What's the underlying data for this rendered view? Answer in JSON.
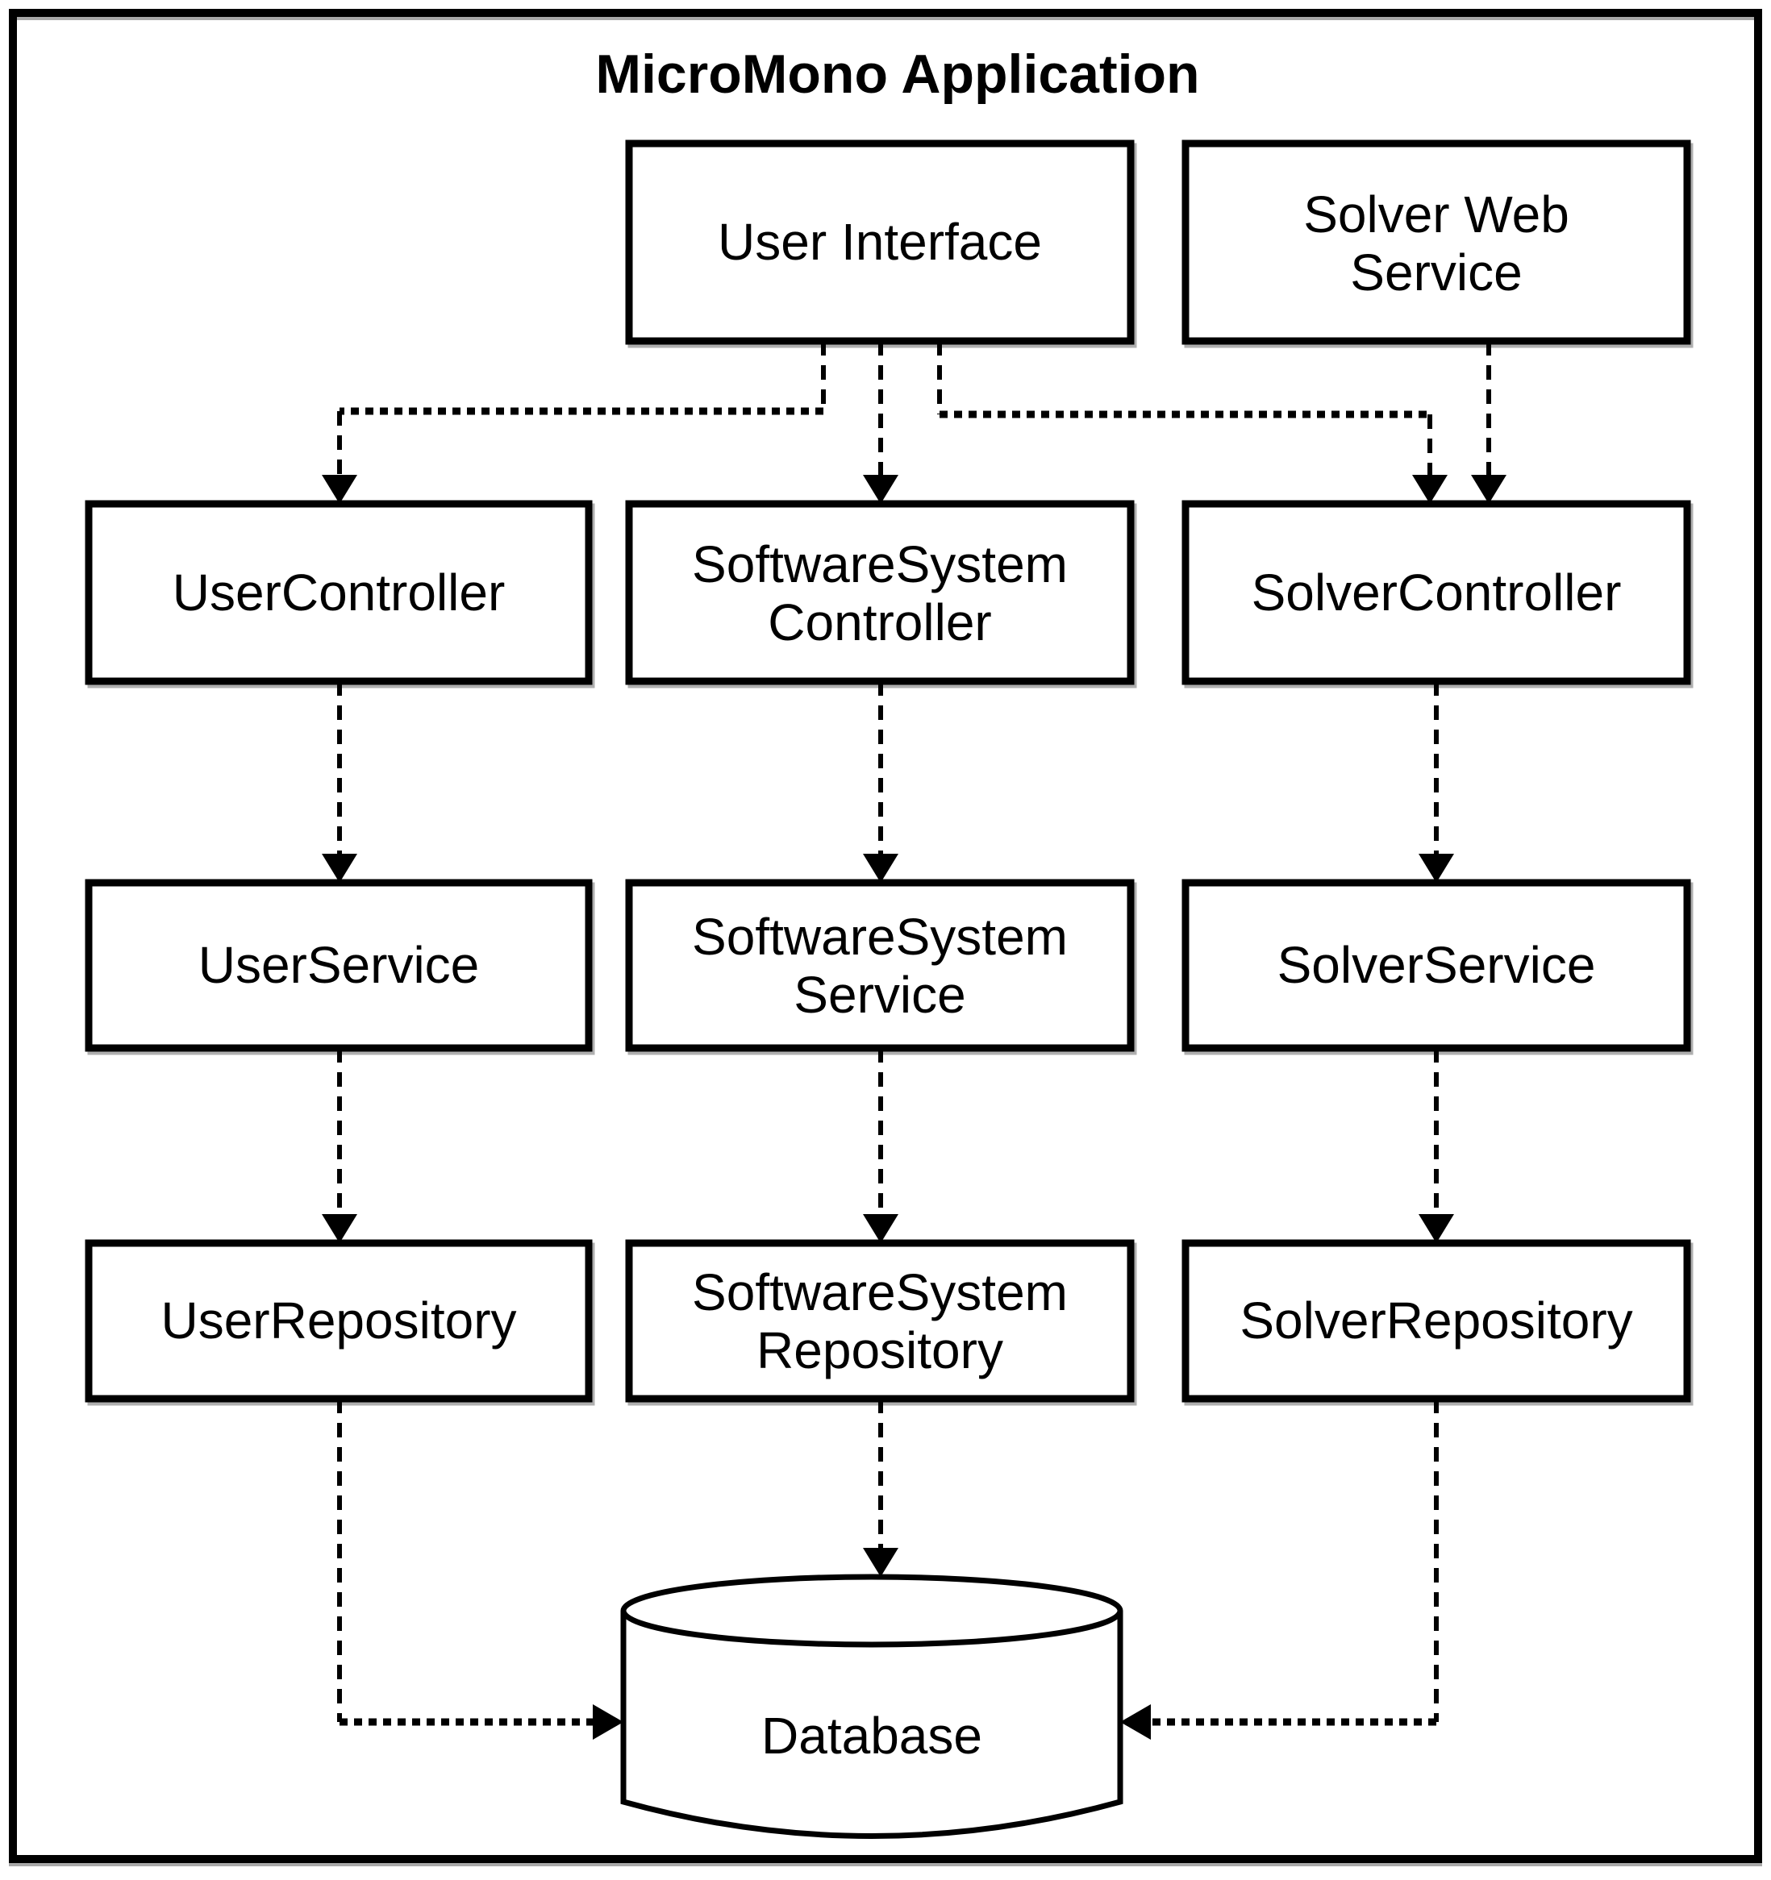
{
  "title": "MicroMono Application",
  "colors": {
    "ink": "#000000",
    "background": "#ffffff",
    "box_fill": "#ffffff"
  },
  "nodes": {
    "user_interface": {
      "label": "User Interface"
    },
    "solver_web_service": {
      "line1": "Solver Web",
      "line2": "Service"
    },
    "user_controller": {
      "label": "UserController"
    },
    "software_system_controller": {
      "line1": "SoftwareSystem",
      "line2": "Controller"
    },
    "solver_controller": {
      "label": "SolverController"
    },
    "user_service": {
      "label": "UserService"
    },
    "software_system_service": {
      "line1": "SoftwareSystem",
      "line2": "Service"
    },
    "solver_service": {
      "label": "SolverService"
    },
    "user_repository": {
      "label": "UserRepository"
    },
    "software_system_repository": {
      "line1": "SoftwareSystem",
      "line2": "Repository"
    },
    "solver_repository": {
      "label": "SolverRepository"
    },
    "database": {
      "label": "Database"
    }
  },
  "edges": [
    {
      "from": "user_interface",
      "to": "user_controller",
      "style": "dashed-arrow"
    },
    {
      "from": "user_interface",
      "to": "software_system_controller",
      "style": "dashed-arrow"
    },
    {
      "from": "user_interface",
      "to": "solver_controller",
      "style": "dashed-arrow"
    },
    {
      "from": "solver_web_service",
      "to": "solver_controller",
      "style": "dashed-arrow"
    },
    {
      "from": "user_controller",
      "to": "user_service",
      "style": "dashed-arrow"
    },
    {
      "from": "software_system_controller",
      "to": "software_system_service",
      "style": "dashed-arrow"
    },
    {
      "from": "solver_controller",
      "to": "solver_service",
      "style": "dashed-arrow"
    },
    {
      "from": "user_service",
      "to": "user_repository",
      "style": "dashed-arrow"
    },
    {
      "from": "software_system_service",
      "to": "software_system_repository",
      "style": "dashed-arrow"
    },
    {
      "from": "solver_service",
      "to": "solver_repository",
      "style": "dashed-arrow"
    },
    {
      "from": "user_repository",
      "to": "database",
      "style": "dashed-arrow"
    },
    {
      "from": "software_system_repository",
      "to": "database",
      "style": "dashed-arrow"
    },
    {
      "from": "solver_repository",
      "to": "database",
      "style": "dashed-arrow"
    }
  ]
}
